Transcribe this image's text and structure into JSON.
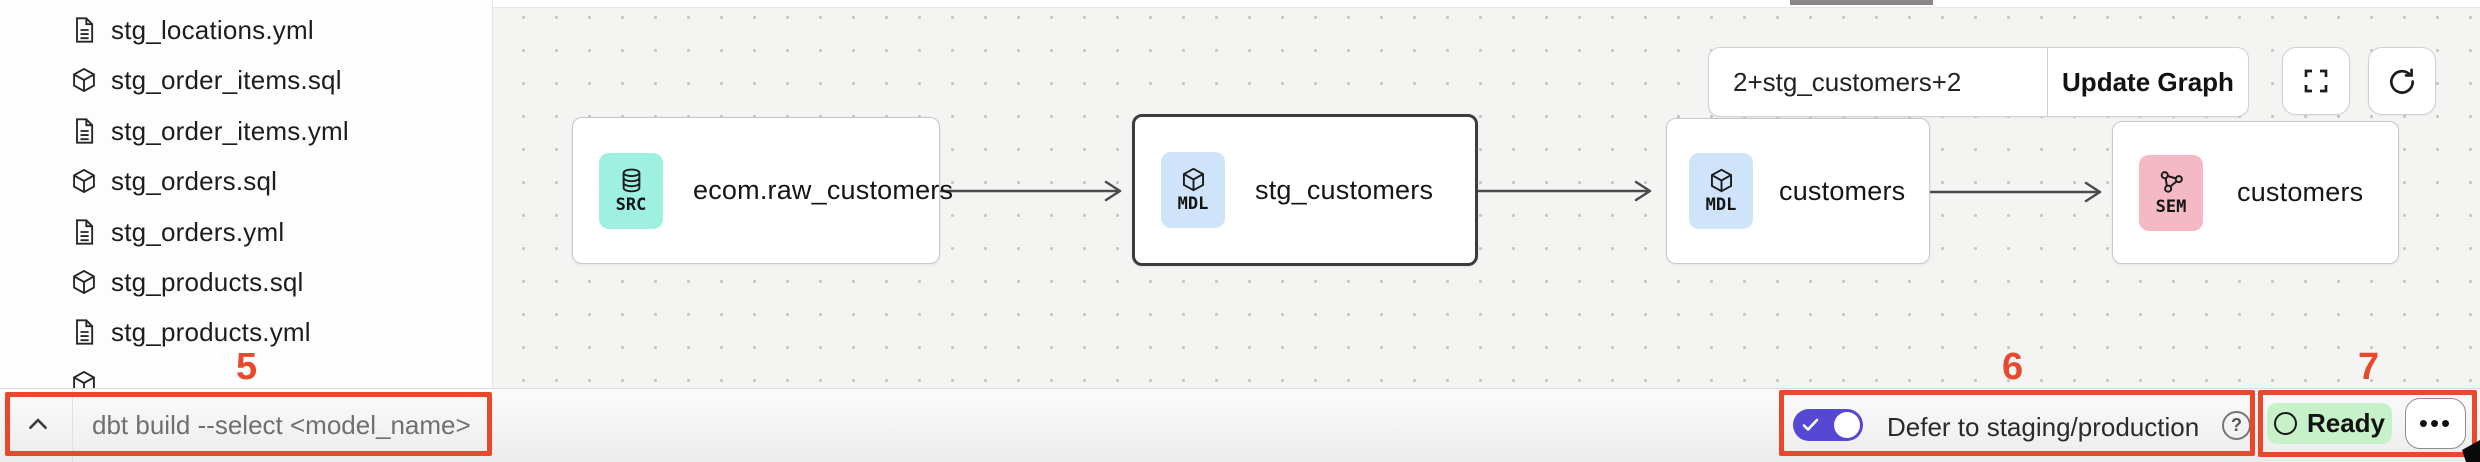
{
  "sidebar": {
    "files": [
      {
        "name": "stg_locations.yml",
        "kind": "yml"
      },
      {
        "name": "stg_order_items.sql",
        "kind": "sql"
      },
      {
        "name": "stg_order_items.yml",
        "kind": "yml"
      },
      {
        "name": "stg_orders.sql",
        "kind": "sql"
      },
      {
        "name": "stg_orders.yml",
        "kind": "yml"
      },
      {
        "name": "stg_products.sql",
        "kind": "sql"
      },
      {
        "name": "stg_products.yml",
        "kind": "yml"
      }
    ]
  },
  "graph_toolbar": {
    "selector_value": "2+stg_customers+2",
    "update_button": "Update Graph"
  },
  "lineage": {
    "nodes": [
      {
        "type": "SRC",
        "label": "ecom.raw_customers",
        "selected": false
      },
      {
        "type": "MDL",
        "label": "stg_customers",
        "selected": true
      },
      {
        "type": "MDL",
        "label": "customers",
        "selected": false
      },
      {
        "type": "SEM",
        "label": "customers",
        "selected": false
      }
    ]
  },
  "command_bar": {
    "placeholder": "dbt build --select <model_name>"
  },
  "status_bar": {
    "defer_toggle_on": true,
    "defer_label": "Defer to staging/production",
    "ready_label": "Ready"
  },
  "icons": {
    "help": "?",
    "more": "•••"
  },
  "annotations": {
    "labels": [
      "5",
      "6",
      "7"
    ]
  },
  "colors": {
    "annotation_red": "#e8492d",
    "toggle_purple": "#5748d4",
    "src_badge": "#9ef0e0",
    "mdl_badge": "#cfe4fa",
    "sem_badge": "#f5b9c6",
    "ready_green": "#c7f1c8"
  }
}
